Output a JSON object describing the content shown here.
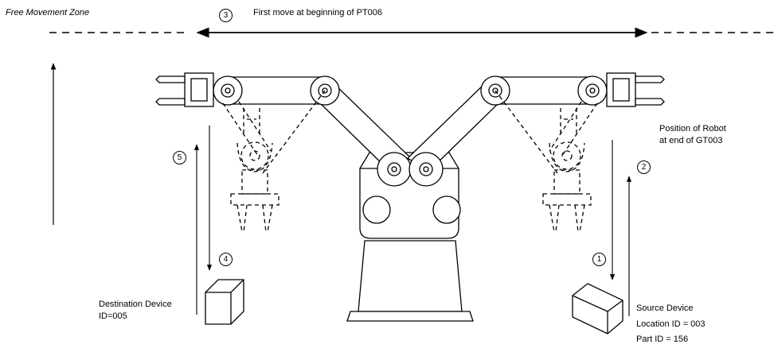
{
  "zone_label": "Free Movement Zone",
  "first_move_label": "First move at beginning of PT006",
  "position_label": {
    "line1": "Position of Robot",
    "line2": "at end of GT003"
  },
  "destination": {
    "line1": "Destination Device",
    "line2": "ID=005"
  },
  "source": {
    "line1": "Source Device",
    "line2": "Location ID = 003",
    "line3": "Part ID = 156"
  },
  "steps": [
    "1",
    "2",
    "3",
    "4",
    "5"
  ]
}
